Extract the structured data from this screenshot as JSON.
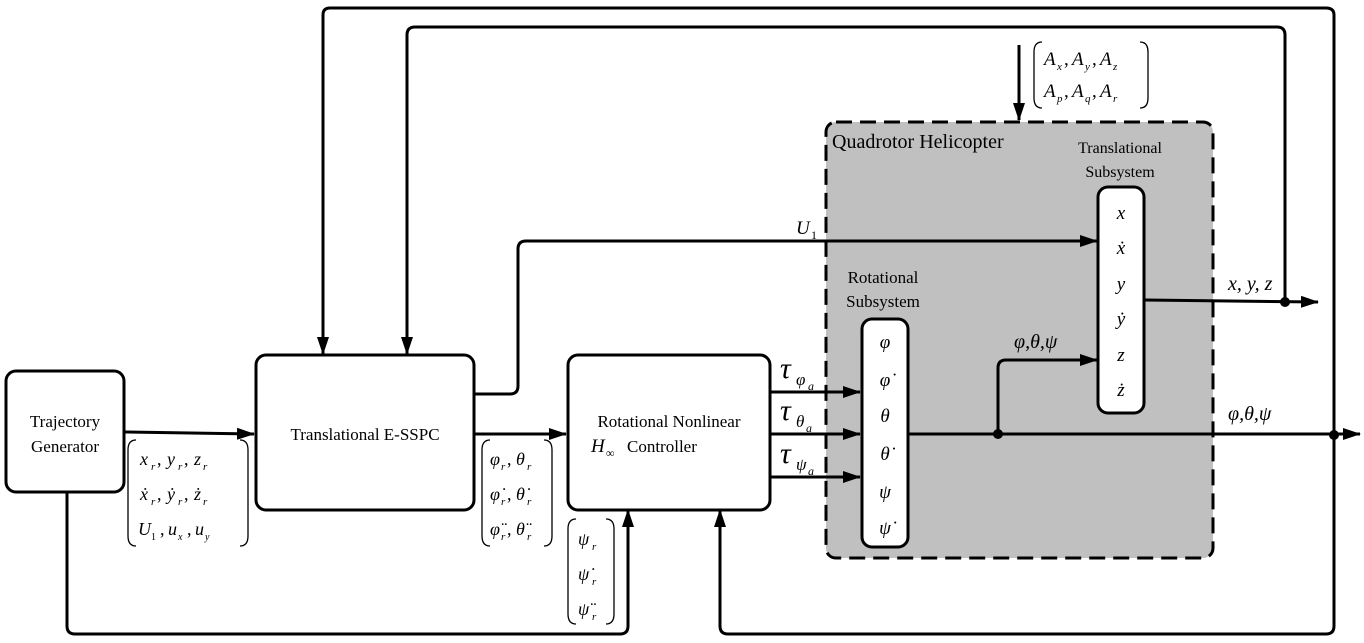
{
  "blocks": {
    "trajectory_generator": [
      "Trajectory",
      "Generator"
    ],
    "translational_essp": "Translational E-SSPC",
    "rotational_controller": [
      "Rotational Nonlinear",
      "Controller"
    ],
    "h_inf": "H",
    "inf": "∞",
    "quadrotor": "Quadrotor Helicopter",
    "translational_subsystem": [
      "Translational",
      "Subsystem"
    ],
    "rotational_subsystem": [
      "Rotational",
      "Subsystem"
    ]
  },
  "states": {
    "translational": [
      "x",
      "ẋ",
      "y",
      "ẏ",
      "z",
      "ż"
    ],
    "rotational": [
      "φ",
      "φ̇",
      "θ",
      "θ̇",
      "ψ",
      "ψ̇"
    ]
  },
  "signals": {
    "u1": "U",
    "u1_sub": "1",
    "tau": "τ",
    "tau_subs": [
      "φ",
      "θ",
      "ψ"
    ],
    "tau_subsub": "a",
    "xyz_out": "x, y, z",
    "angles_out": "φ,θ,ψ",
    "angles_feed": "φ,θ,ψ",
    "ref_xyz": [
      "x",
      "y",
      "z"
    ],
    "ref_xyz_dot": [
      "ẋ",
      "ẏ",
      "ż"
    ],
    "ref_sub": "r",
    "ref_u": [
      "U",
      "u",
      "u"
    ],
    "ref_u_sub": [
      "1",
      "x",
      "y"
    ],
    "ref_angles": [
      "φ",
      "θ"
    ],
    "ref_angles_dot": [
      "φ̇",
      "θ̇"
    ],
    "ref_angles_ddot": [
      "φ̈",
      "θ̈"
    ],
    "ref_psi": [
      "ψ",
      "ψ̇",
      "ψ̈"
    ],
    "disturbance_top": [
      "A",
      "A",
      "A"
    ],
    "disturbance_top_sub": [
      "x",
      "y",
      "z"
    ],
    "disturbance_bottom": [
      "A",
      "A",
      "A"
    ],
    "disturbance_bottom_sub": [
      "p",
      "q",
      "r"
    ]
  },
  "colors": {
    "subsystem_fill": "#c0c0c0",
    "line": "#000000"
  }
}
